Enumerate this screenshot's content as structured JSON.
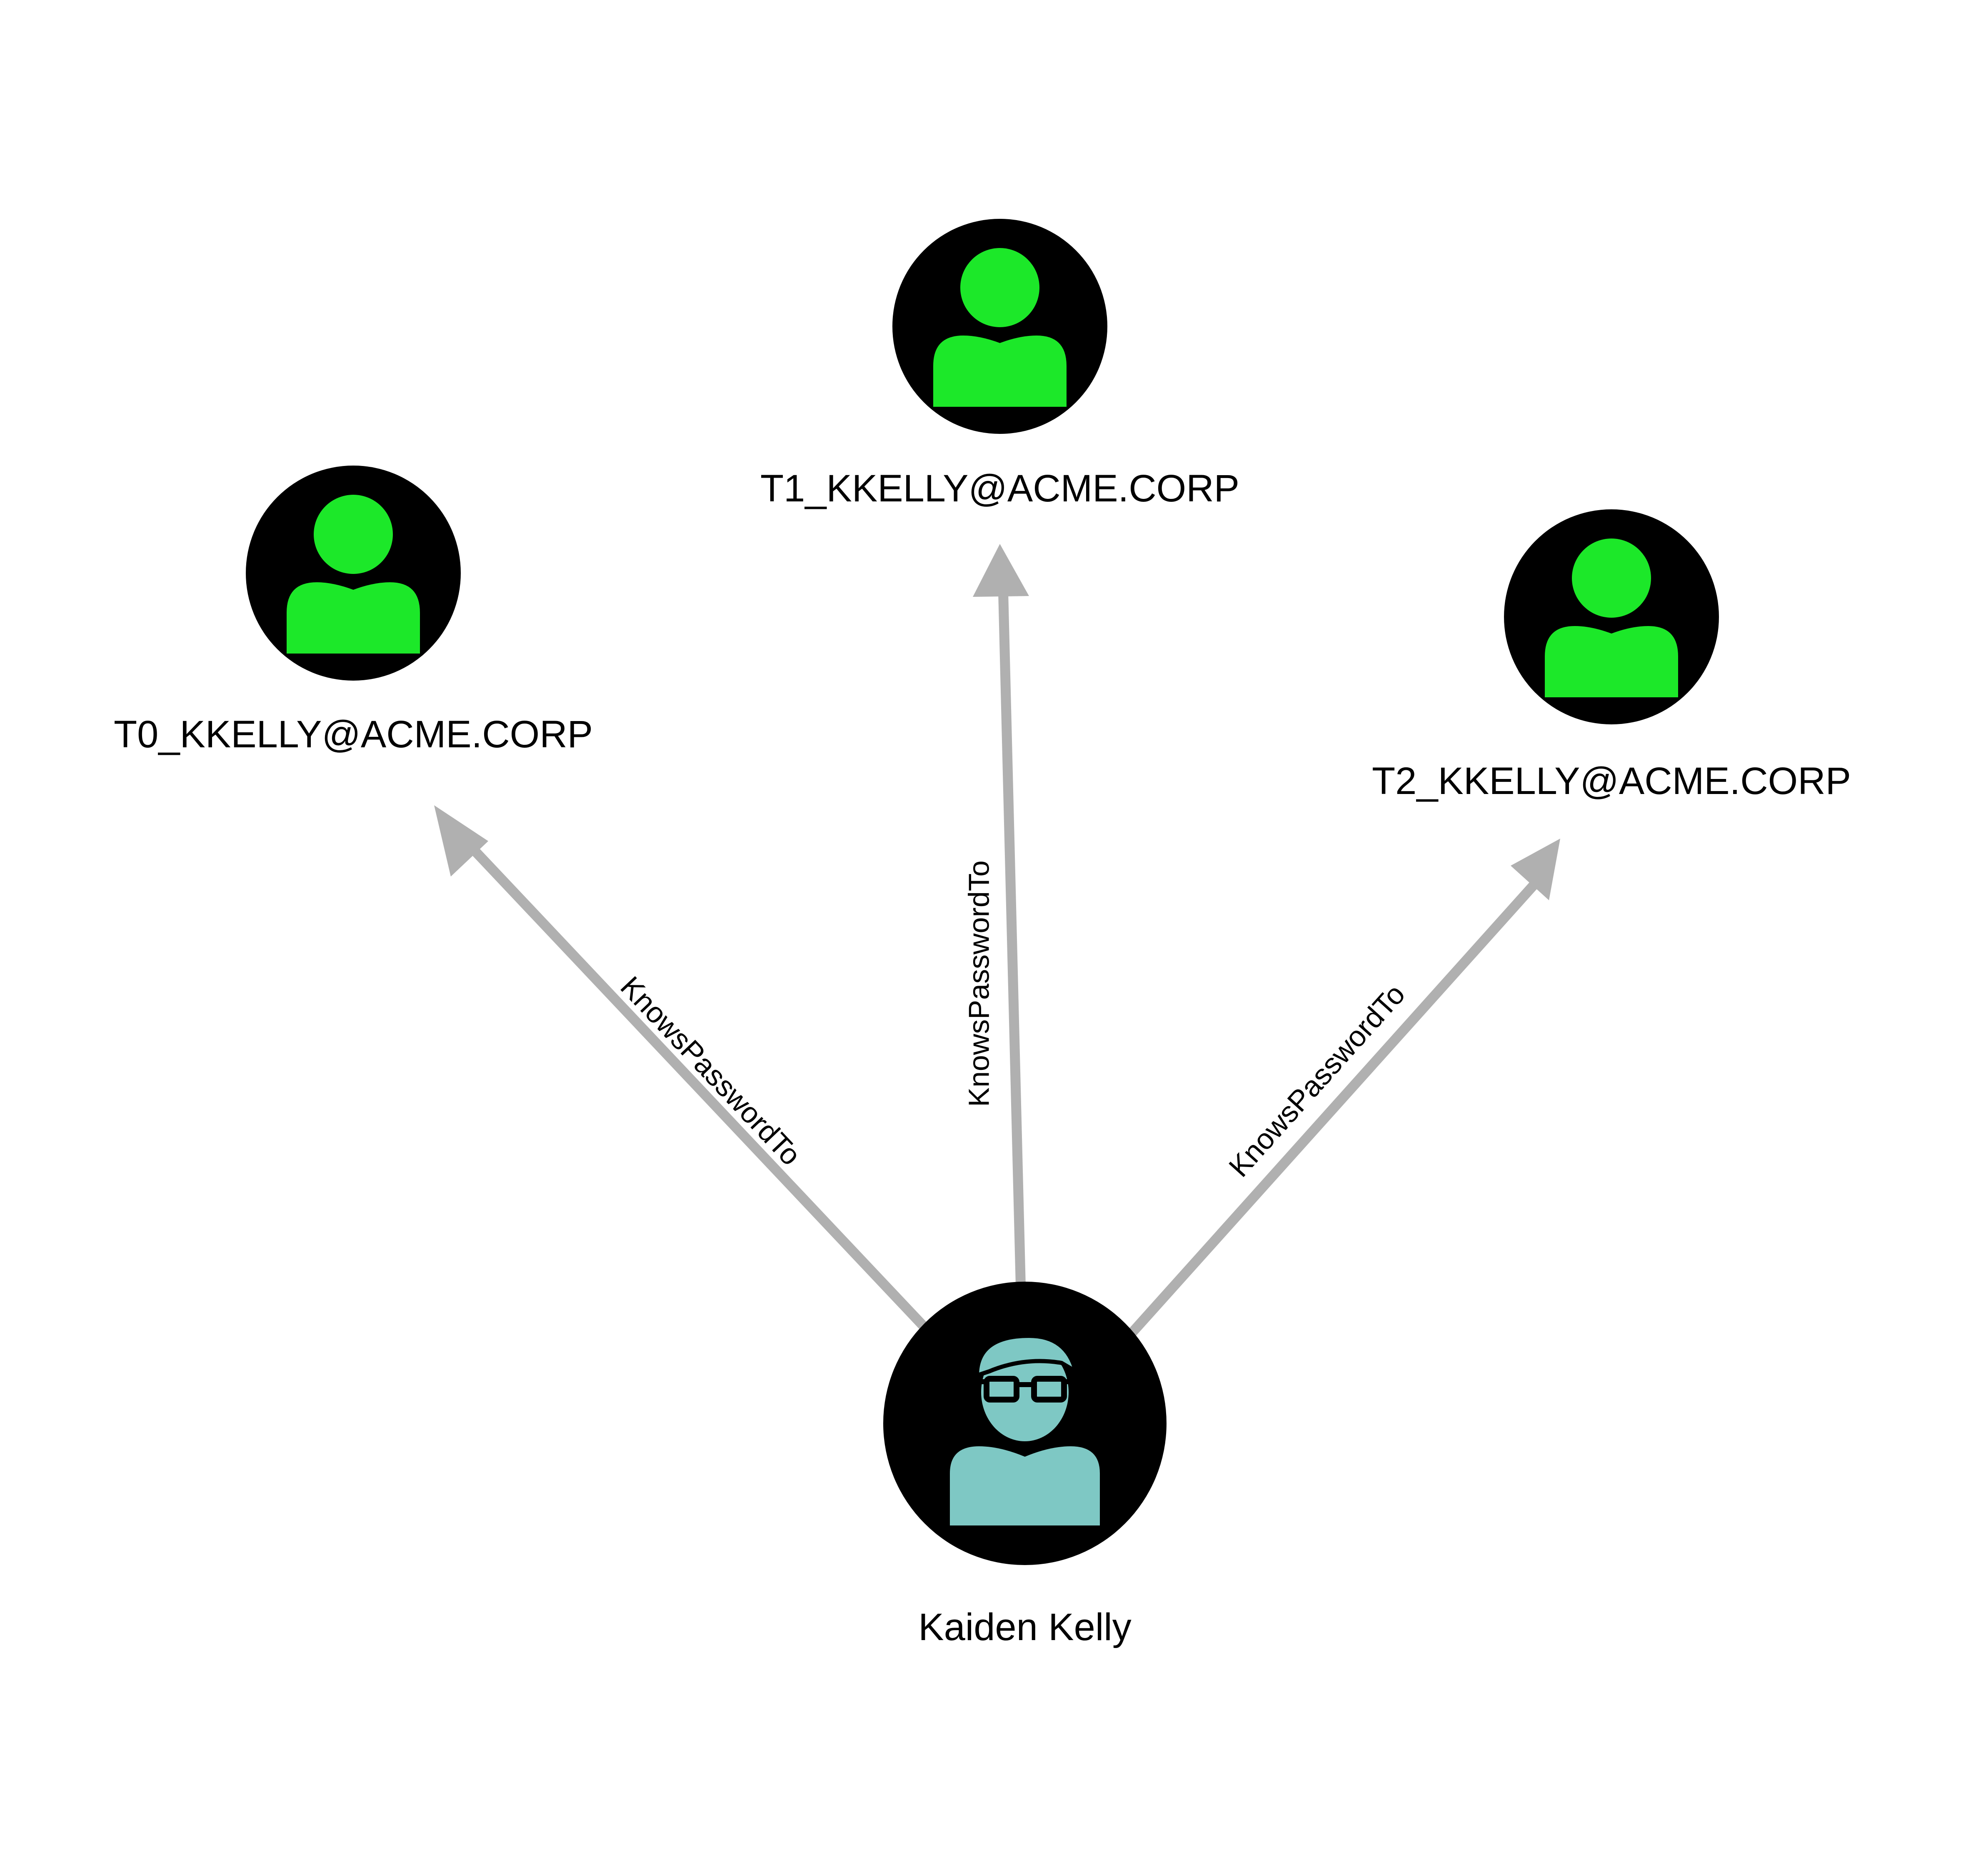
{
  "diagram": {
    "colors": {
      "background": "#ffffff",
      "node_fill": "#000000",
      "account_icon": "#1ce829",
      "user_icon": "#7ec8c4",
      "edge": "#b0b0b0",
      "text": "#000000"
    },
    "nodes": [
      {
        "id": "t0",
        "label": "T0_KKELLY@ACME.CORP",
        "icon": "user-account-icon"
      },
      {
        "id": "t1",
        "label": "T1_KKELLY@ACME.CORP",
        "icon": "user-account-icon"
      },
      {
        "id": "t2",
        "label": "T2_KKELLY@ACME.CORP",
        "icon": "user-account-icon"
      },
      {
        "id": "kaiden",
        "label": "Kaiden Kelly",
        "icon": "person-with-glasses-icon"
      }
    ],
    "edges": [
      {
        "from": "kaiden",
        "to": "t0",
        "label": "KnowsPasswordTo"
      },
      {
        "from": "kaiden",
        "to": "t1",
        "label": "KnowsPasswordTo"
      },
      {
        "from": "kaiden",
        "to": "t2",
        "label": "KnowsPasswordTo"
      }
    ]
  }
}
